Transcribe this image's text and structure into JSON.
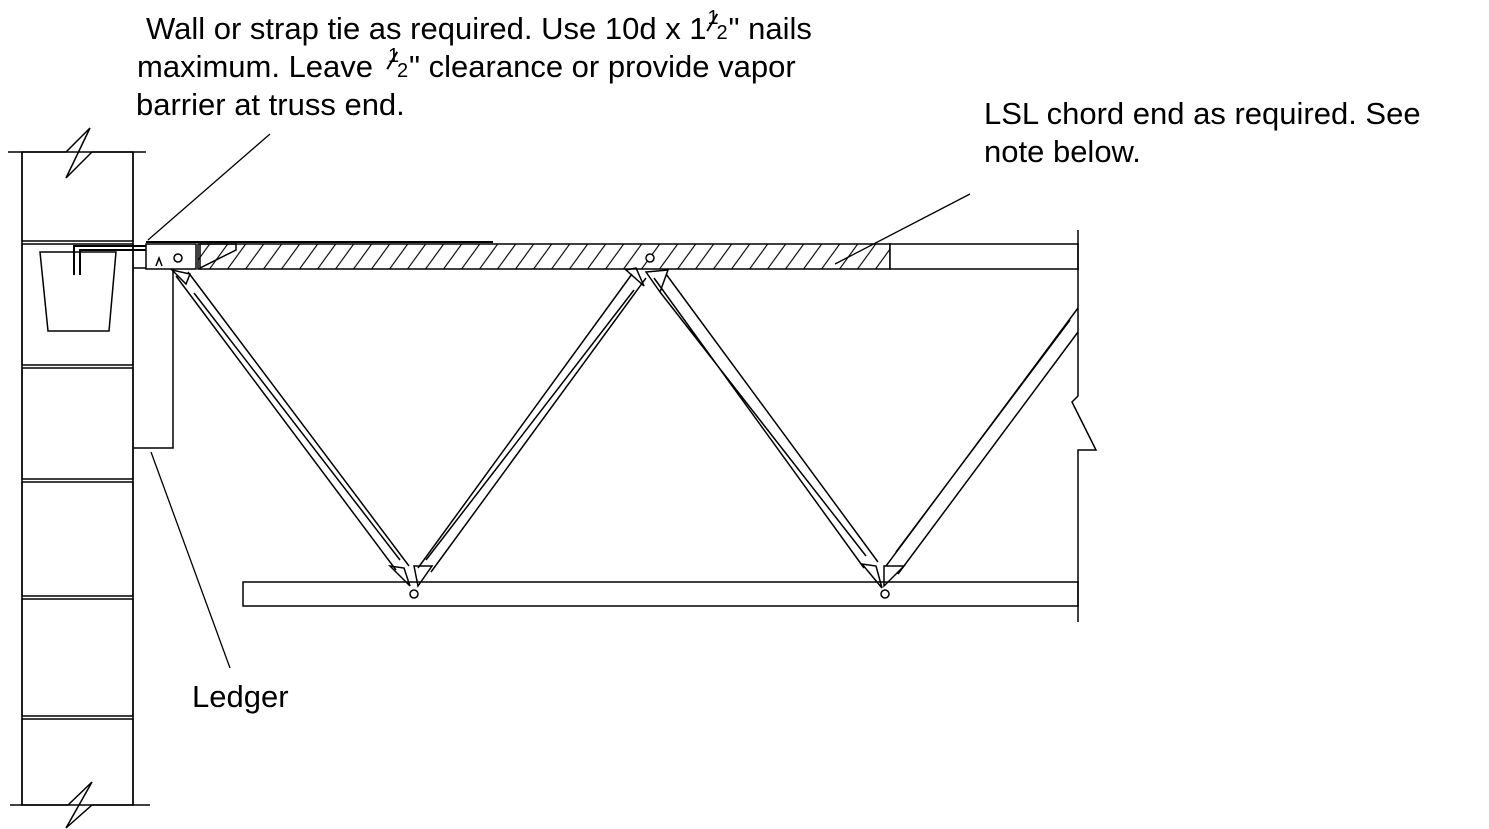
{
  "annotations": {
    "tie_note": {
      "line1_a": "Wall or strap tie as required. Use 10d x 1",
      "line1_b": "\" nails",
      "line2_a": "maximum. Leave",
      "line2_b": "\" clearance or provide vapor",
      "line3": "barrier at truss end.",
      "fraction_num": "1",
      "fraction_den": "2"
    },
    "lsl_note": {
      "line1": "LSL chord end as required. See",
      "line2": "note below."
    },
    "ledger_label": "Ledger"
  },
  "colors": {
    "line": "#000000",
    "background": "#ffffff"
  }
}
